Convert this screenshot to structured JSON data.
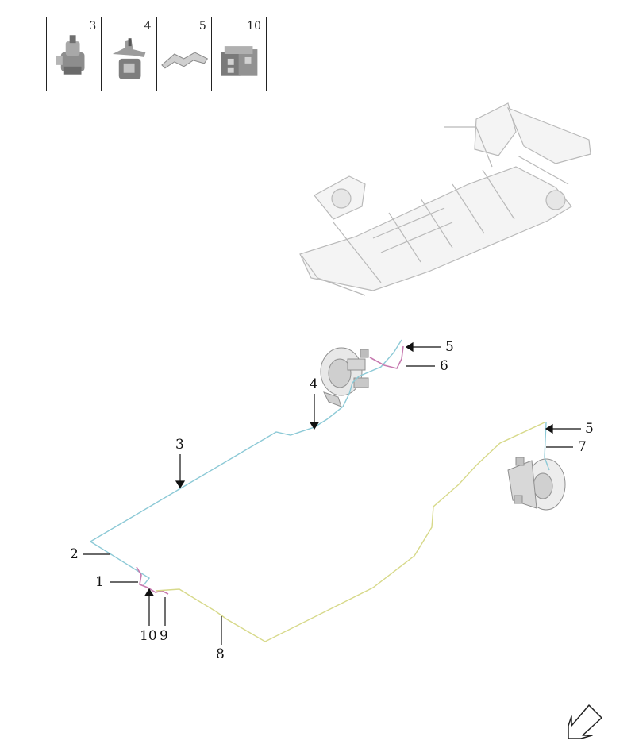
{
  "legend": {
    "cells": [
      {
        "label": "3",
        "icon": "clip-icon"
      },
      {
        "label": "4",
        "icon": "bracket-clip-icon"
      },
      {
        "label": "5",
        "icon": "retainer-clip-icon"
      },
      {
        "label": "10",
        "icon": "block-clip-icon"
      }
    ]
  },
  "callouts": {
    "c1": "1",
    "c2": "2",
    "c3": "3",
    "c4": "4",
    "c5a": "5",
    "c5b": "5",
    "c6": "6",
    "c7": "7",
    "c8": "8",
    "c9": "9",
    "c10": "10"
  },
  "colors": {
    "line_blue": "#8cc9d6",
    "line_yellow": "#d7d98a",
    "line_pink": "#c77ab0",
    "leader": "#111111",
    "part_grey": "#9a9a9a"
  },
  "icons": {
    "orientation": "arrow-down-left-icon",
    "chassis": "vehicle-chassis-icon",
    "front_brake": "front-brake-assembly-icon",
    "rear_brake": "rear-brake-disc-icon"
  }
}
